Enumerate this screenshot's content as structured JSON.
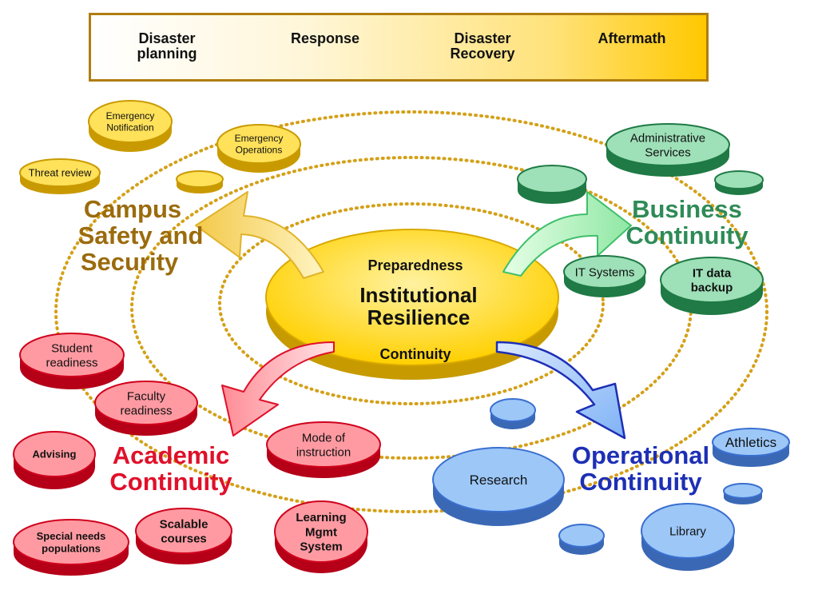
{
  "timeline": {
    "phases": [
      "Disaster planning",
      "Response",
      "Disaster Recovery",
      "Aftermath"
    ]
  },
  "center": {
    "top": "Preparedness",
    "title": "Institutional Resilience",
    "bottom": "Continuity"
  },
  "domains": {
    "campus": "Campus Safety and Security",
    "business": "Business Continuity",
    "academic": "Academic Continuity",
    "operational": "Operational Continuity"
  },
  "colors": {
    "campus": "#9b6b0c",
    "business": "#2e8b57",
    "academic": "#e0102a",
    "operational": "#1d2fb5",
    "center": "#ffd21a",
    "ring": "#d4a017"
  },
  "pills": {
    "emergency_notification": "Emergency Notification",
    "emergency_operations": "Emergency Operations",
    "threat_review": "Threat review",
    "administrative_services": "Administrative Services",
    "it_systems": "IT Systems",
    "it_data_backup": "IT data backup",
    "student_readiness": "Student readiness",
    "faculty_readiness": "Faculty readiness",
    "advising": "Advising",
    "mode_of_instruction": "Mode of instruction",
    "special_needs": "Special needs populations",
    "scalable_courses": "Scalable courses",
    "lms": "Learning Mgmt System",
    "research": "Research",
    "athletics": "Athletics",
    "library": "Library"
  }
}
